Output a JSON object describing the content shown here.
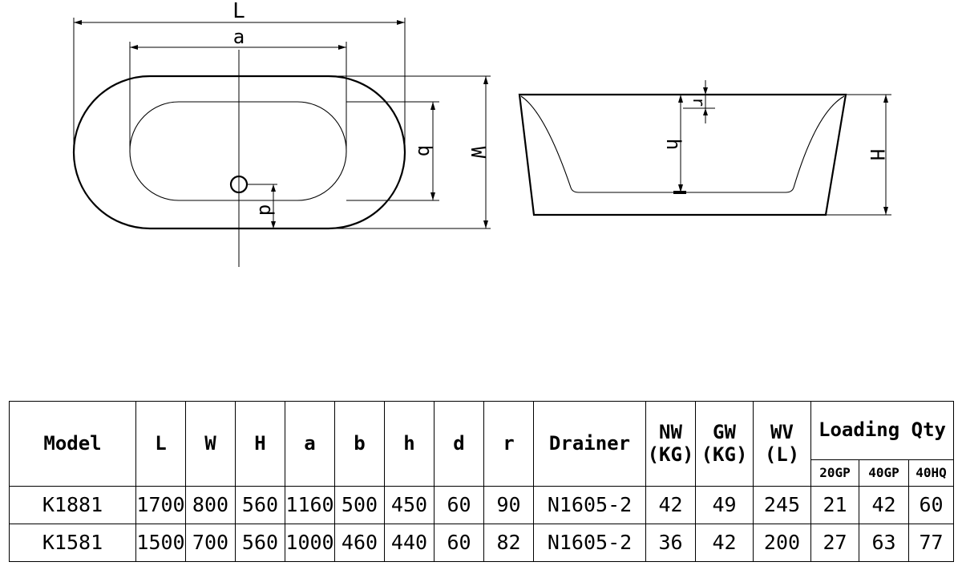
{
  "drawing": {
    "top_view_labels": {
      "length": "L",
      "inner_length": "a",
      "inner_width": "b",
      "width": "W",
      "drain_offset": "d"
    },
    "side_view_labels": {
      "rim": "r",
      "inner_depth": "h",
      "height": "H"
    }
  },
  "table": {
    "headers": {
      "model": "Model",
      "L": "L",
      "W": "W",
      "H": "H",
      "a": "a",
      "b": "b",
      "h": "h",
      "d": "d",
      "r": "r",
      "drainer": "Drainer",
      "nw_1": "NW",
      "nw_2": "(KG)",
      "gw_1": "GW",
      "gw_2": "(KG)",
      "wv_1": "WV",
      "wv_2": "(L)",
      "loading": "Loading Qty",
      "sub": [
        "20GP",
        "40GP",
        "40HQ"
      ]
    },
    "rows": [
      {
        "model": "K1881",
        "L": "1700",
        "W": "800",
        "H": "560",
        "a": "1160",
        "b": "500",
        "h": "450",
        "d": "60",
        "r": "90",
        "drainer": "N1605-2",
        "nw": "42",
        "gw": "49",
        "wv": "245",
        "gp20": "21",
        "gp40": "42",
        "hq40": "60"
      },
      {
        "model": "K1581",
        "L": "1500",
        "W": "700",
        "H": "560",
        "a": "1000",
        "b": "460",
        "h": "440",
        "d": "60",
        "r": "82",
        "drainer": "N1605-2",
        "nw": "36",
        "gw": "42",
        "wv": "200",
        "gp20": "27",
        "gp40": "63",
        "hq40": "77"
      }
    ]
  }
}
